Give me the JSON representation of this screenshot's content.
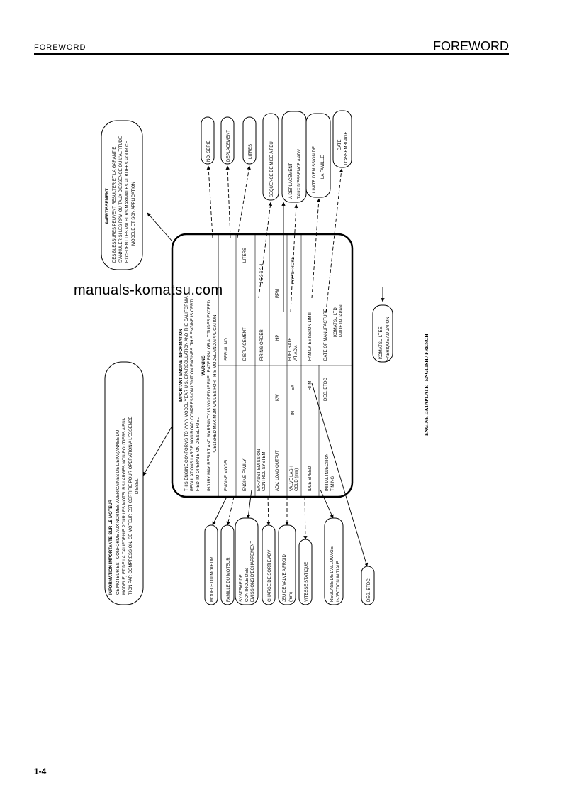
{
  "header": {
    "left": "FOREWORD",
    "right": "FOREWORD"
  },
  "watermark": "manuals-komatsu.com",
  "page_number": "1-4",
  "caption": "ENGINE DATAPLATE - ENGLISH / FRENCH",
  "plate": {
    "title": "IMPORTANT ENGINE INFORMATION",
    "text1": "THIS ENGINE CONFORMS TO YYYY MODEL YEAR U.S. EPA REGULATION AND THE CALIFORNIA",
    "text2": "REGULATIONS LARGE NON ROAD COMPRESSION IGNITION ENGINES. THIS ENGINE IS CERTI",
    "text3": "FIED TO OPERATE ON DIESEL FUEL",
    "warning": "WARNING",
    "warn1": "INJURY MAY RESULT AND WARRANTY IS VOIDED IF FUEL RATE RPM OR ALTITUDES EXCEED",
    "warn2": "PUBLISHED MAXIMUM VALUES FOR THIS MODEL AND APPLICATION",
    "engine_model": "ENGINE MODEL",
    "serial_no": "SERIAL NO",
    "engine_family": "ENGINE FAMILY",
    "displacement": "DISPLACEMENT",
    "liters": "LITERS",
    "exhaust1": "EXHAUST EMISSION",
    "exhaust2": "CONTROL SYSTEM",
    "firing_order": "FIRING ORDER",
    "firing_values": "1 5 3 6 2 4",
    "adv_load": "ADV. LOAD OUTPUT",
    "kw": "KW",
    "hp": "HP",
    "rpm": "RPM",
    "valve1": "VALVE LASH",
    "valve2": "COLD (mm)",
    "in": "IN",
    "ex": "EX",
    "fuel_rate": "FUEL RATE",
    "at_adv": "AT ADV.",
    "stroke": "mm³/STROKE",
    "idle_speed": "IDLE SPEED",
    "rpm2": "RPM",
    "family_emission": "FAMILY EMISSION LIMIT",
    "initial1": "INITIAL INJECTION",
    "initial2": "TIMING",
    "deg_btdc": "DEG. BTDC",
    "date_mfg": "DATE OF MANUFACTURE",
    "komatsu": "KOMATSU LTD.",
    "made_in": "MADE IN JAPAN"
  },
  "fr_info": {
    "title": "INFORMATION IMPORTANTE SUR LE MOTEUR",
    "l1": "CE MOTEUR EST CONFORME AUX NORMES AMERICAINES DE L'EPA (ANNEE DU",
    "l2": "MODELE) ET DE LA CALIFORNIE POUR LES MOTEURS LARGES NON-ROUTIERS A ENI-",
    "l3": "TION PAR COMPRESSION. CE MOTEUR EST CERTIFIE POUR OPERATION A L'ESSENCE",
    "l4": "DIESEL."
  },
  "fr_avert": {
    "title": "AVERTISSEMENT",
    "l1": "DES BLESSURES PEUVENT RESULTER ET LA GARANTIE",
    "l2": "S'ANNULER SI LES RPM OU TAUX D'ESSENCE OU L'ALTITUDE",
    "l3": "EXCEDENT LES VALEURS MAXIMALES PUBLIEES POUR CE",
    "l4": "MODELE ET SON APPLICATION"
  },
  "right_labels": {
    "no_serie": "NO. SERIE",
    "deplacement": "DEPLACEMENT",
    "litres": "LITRES",
    "sequence1": "SEQUENCE DE MISE A FEU",
    "taux_d": "TAUX D'ESSENCE A ADV",
    "a_deplacement": "A DEPLACEMENT",
    "limite1": "LIMITE D'EMISSION DE",
    "limite2": "LA FAMILLE",
    "date1": "DATE",
    "date2": "D'ASSEMBLAGE"
  },
  "left_labels": {
    "modele": "MODELE DU MOTEUR",
    "famille": "FAMILLE DU MOTEUR",
    "sys1": "SYSTEME DE",
    "sys2": "CONTROLE DES",
    "sys3": "EMISSIONS D'ECHAPPEMENT",
    "charge": "CHARGE DE SORTIE ADV",
    "jeu1": "JEU DE VALVE A FROID",
    "jeu2": "(mm)",
    "vitesse": "VITESSE STATIQUE",
    "reg1": "REGLAGE DE L'ALLUMAGE",
    "reg2": "INJECTION INITIALE",
    "deg": "DEG. BTDC"
  },
  "komatsu_fr": {
    "l1": "KOMATSU LTEE",
    "l2": "FABRIQUE AU JAPON"
  }
}
